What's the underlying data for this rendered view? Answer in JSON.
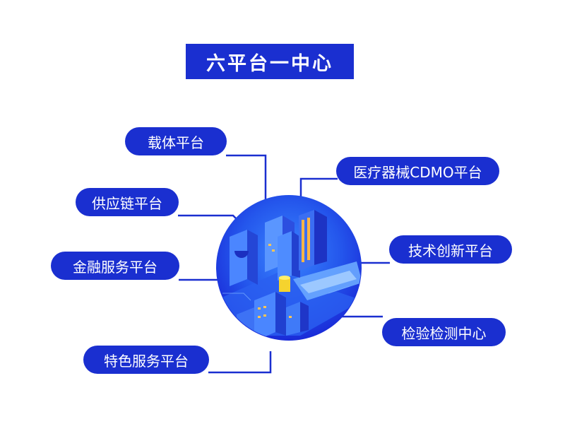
{
  "title": "六平台一中心",
  "platforms": [
    {
      "id": "carrier",
      "label": "载体平台"
    },
    {
      "id": "medical-cdmo",
      "label": "医疗器械CDMO平台"
    },
    {
      "id": "supply-chain",
      "label": "供应链平台"
    },
    {
      "id": "tech-innovation",
      "label": "技术创新平台"
    },
    {
      "id": "finance",
      "label": "金融服务平台"
    },
    {
      "id": "testing-center",
      "label": "检验检测中心"
    },
    {
      "id": "special-service",
      "label": "特色服务平台"
    }
  ],
  "colors": {
    "pill": "#1a2fd0",
    "line": "#1a2fd0",
    "circle_outer": "#1c2ee0",
    "circle_inner": "#2f6cf5",
    "text": "#ffffff"
  }
}
